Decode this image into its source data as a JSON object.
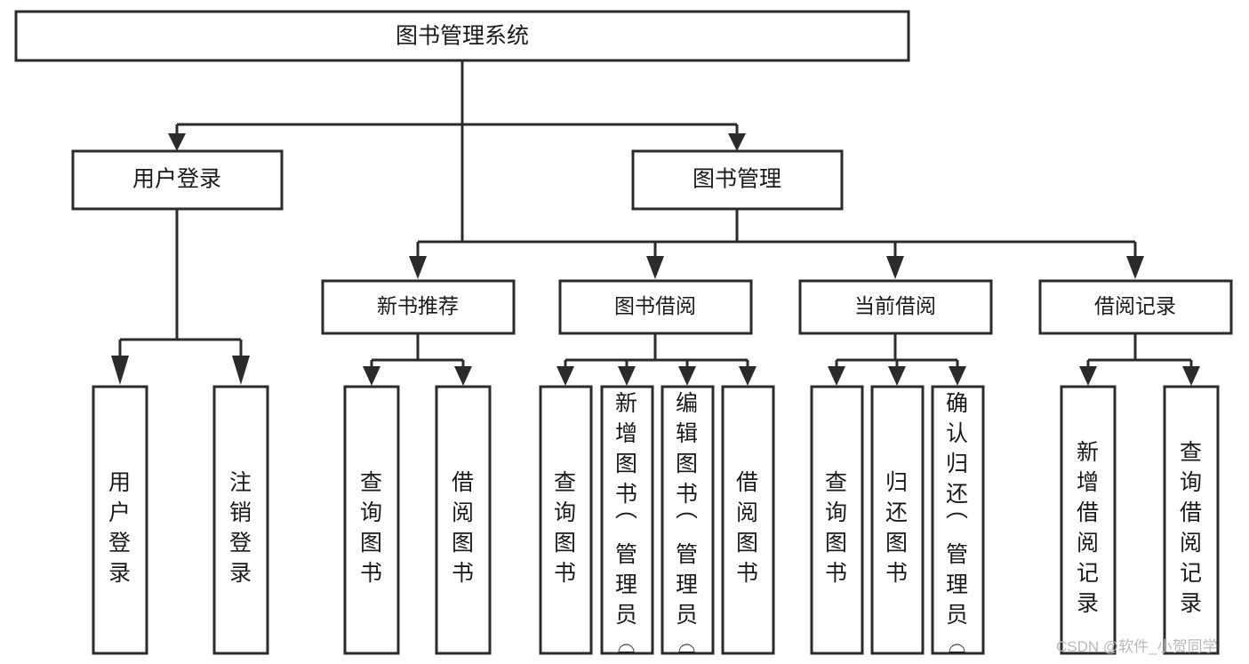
{
  "diagram": {
    "type": "tree-hierarchy",
    "title": "图书管理系统",
    "watermark": "CSDN @软件_小贺同学",
    "colors": {
      "box_stroke": "#2b2b2b",
      "box_fill": "#ffffff",
      "connector": "#2b2b2b",
      "text": "#1a1a1a",
      "watermark": "#b9b9b9",
      "background": "#ffffff"
    },
    "root": {
      "id": "root",
      "label": "图书管理系统"
    },
    "level1": [
      {
        "id": "user-login",
        "label": "用户登录"
      },
      {
        "id": "book-management",
        "label": "图书管理"
      }
    ],
    "level2": [
      {
        "id": "new-book-recommend",
        "label": "新书推荐",
        "parent": "book-management"
      },
      {
        "id": "book-borrow",
        "label": "图书借阅",
        "parent": "book-management"
      },
      {
        "id": "current-borrow",
        "label": "当前借阅",
        "parent": "book-management"
      },
      {
        "id": "borrow-record",
        "label": "借阅记录",
        "parent": "book-management"
      }
    ],
    "leaves": {
      "user-login": [
        {
          "id": "leaf-user-login",
          "label": "用户登录"
        },
        {
          "id": "leaf-user-logout",
          "label": "注销登录"
        }
      ],
      "new-book-recommend": [
        {
          "id": "leaf-query-book-1",
          "label": "查询图书"
        },
        {
          "id": "leaf-borrow-book-1",
          "label": "借阅图书"
        }
      ],
      "book-borrow": [
        {
          "id": "leaf-query-book-2",
          "label": "查询图书"
        },
        {
          "id": "leaf-add-book",
          "label": "新增图书（管理员）"
        },
        {
          "id": "leaf-edit-book",
          "label": "编辑图书（管理员）"
        },
        {
          "id": "leaf-borrow-book-2",
          "label": "借阅图书"
        }
      ],
      "current-borrow": [
        {
          "id": "leaf-query-book-3",
          "label": "查询图书"
        },
        {
          "id": "leaf-return-book",
          "label": "归还图书"
        },
        {
          "id": "leaf-confirm-return",
          "label": "确认归还（管理员）"
        }
      ],
      "borrow-record": [
        {
          "id": "leaf-add-record",
          "label": "新增借阅记录"
        },
        {
          "id": "leaf-query-record",
          "label": "查询借阅记录"
        }
      ]
    }
  }
}
